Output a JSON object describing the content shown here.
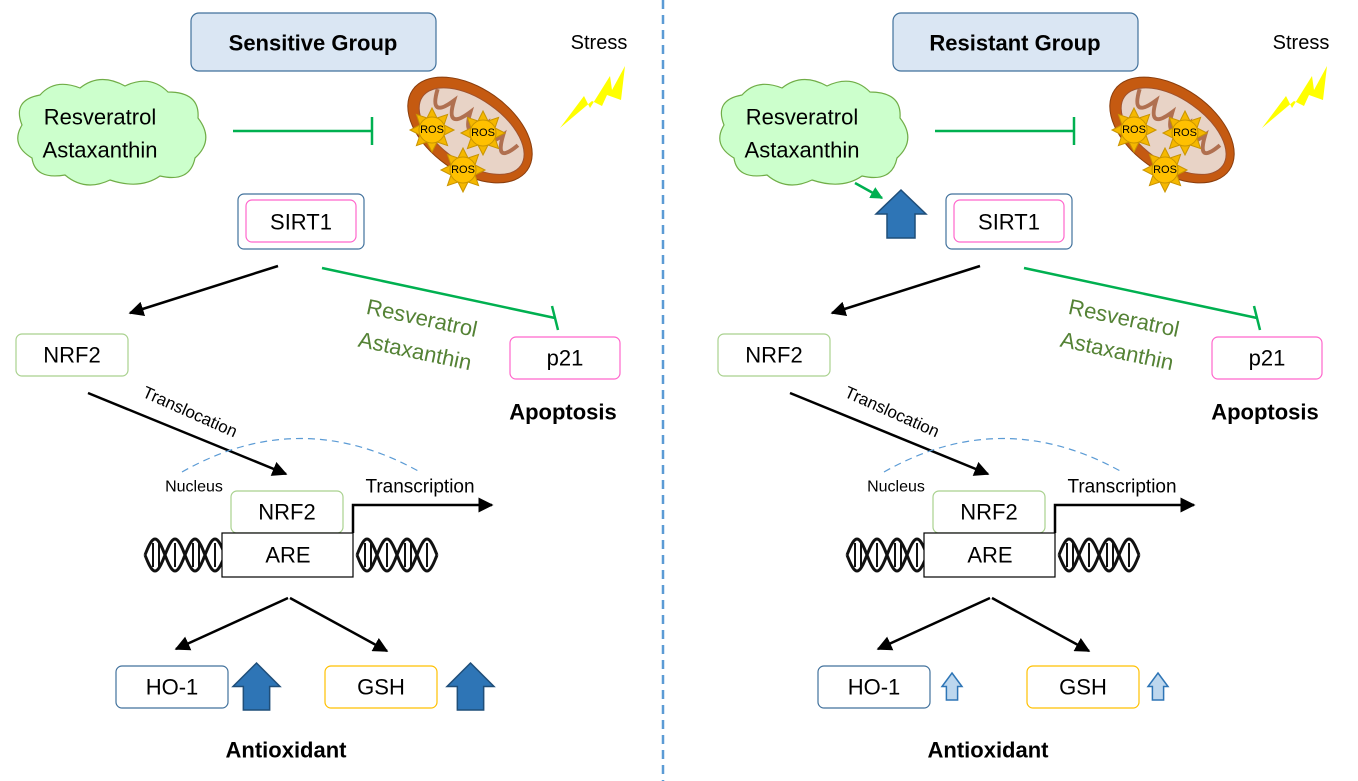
{
  "colors": {
    "inhibit_green": "#00b050",
    "text_green": "#548235",
    "cloud_fill": "#ccffcc",
    "title_fill": "#dae6f3",
    "up_arrow": "#2e75b6",
    "divider": "#5b9bd5"
  },
  "panels": [
    {
      "title": "Sensitive Group",
      "stress": "Stress",
      "cloud": [
        "Resveratrol",
        "Astaxanthin"
      ],
      "ros": [
        "ROS",
        "ROS",
        "ROS"
      ],
      "sirt1": "SIRT1",
      "sirt1_upregulated": false,
      "inhibitor_text": [
        "Resveratrol",
        "Astaxanthin"
      ],
      "nrf2": "NRF2",
      "p21": "p21",
      "apoptosis": "Apoptosis",
      "translocation": "Translocation",
      "nucleus": "Nucleus",
      "nrf2_nuclear": "NRF2",
      "are": "ARE",
      "transcription": "Transcription",
      "ho1": "HO-1",
      "gsh": "GSH",
      "antioxidant_increase": "large",
      "antioxidant": "Antioxidant"
    },
    {
      "title": "Resistant Group",
      "stress": "Stress",
      "cloud": [
        "Resveratrol",
        "Astaxanthin"
      ],
      "ros": [
        "ROS",
        "ROS",
        "ROS"
      ],
      "sirt1": "SIRT1",
      "sirt1_upregulated": true,
      "inhibitor_text": [
        "Resveratrol",
        "Astaxanthin"
      ],
      "nrf2": "NRF2",
      "p21": "p21",
      "apoptosis": "Apoptosis",
      "translocation": "Translocation",
      "nucleus": "Nucleus",
      "nrf2_nuclear": "NRF2",
      "are": "ARE",
      "transcription": "Transcription",
      "ho1": "HO-1",
      "gsh": "GSH",
      "antioxidant_increase": "small",
      "antioxidant": "Antioxidant"
    }
  ]
}
